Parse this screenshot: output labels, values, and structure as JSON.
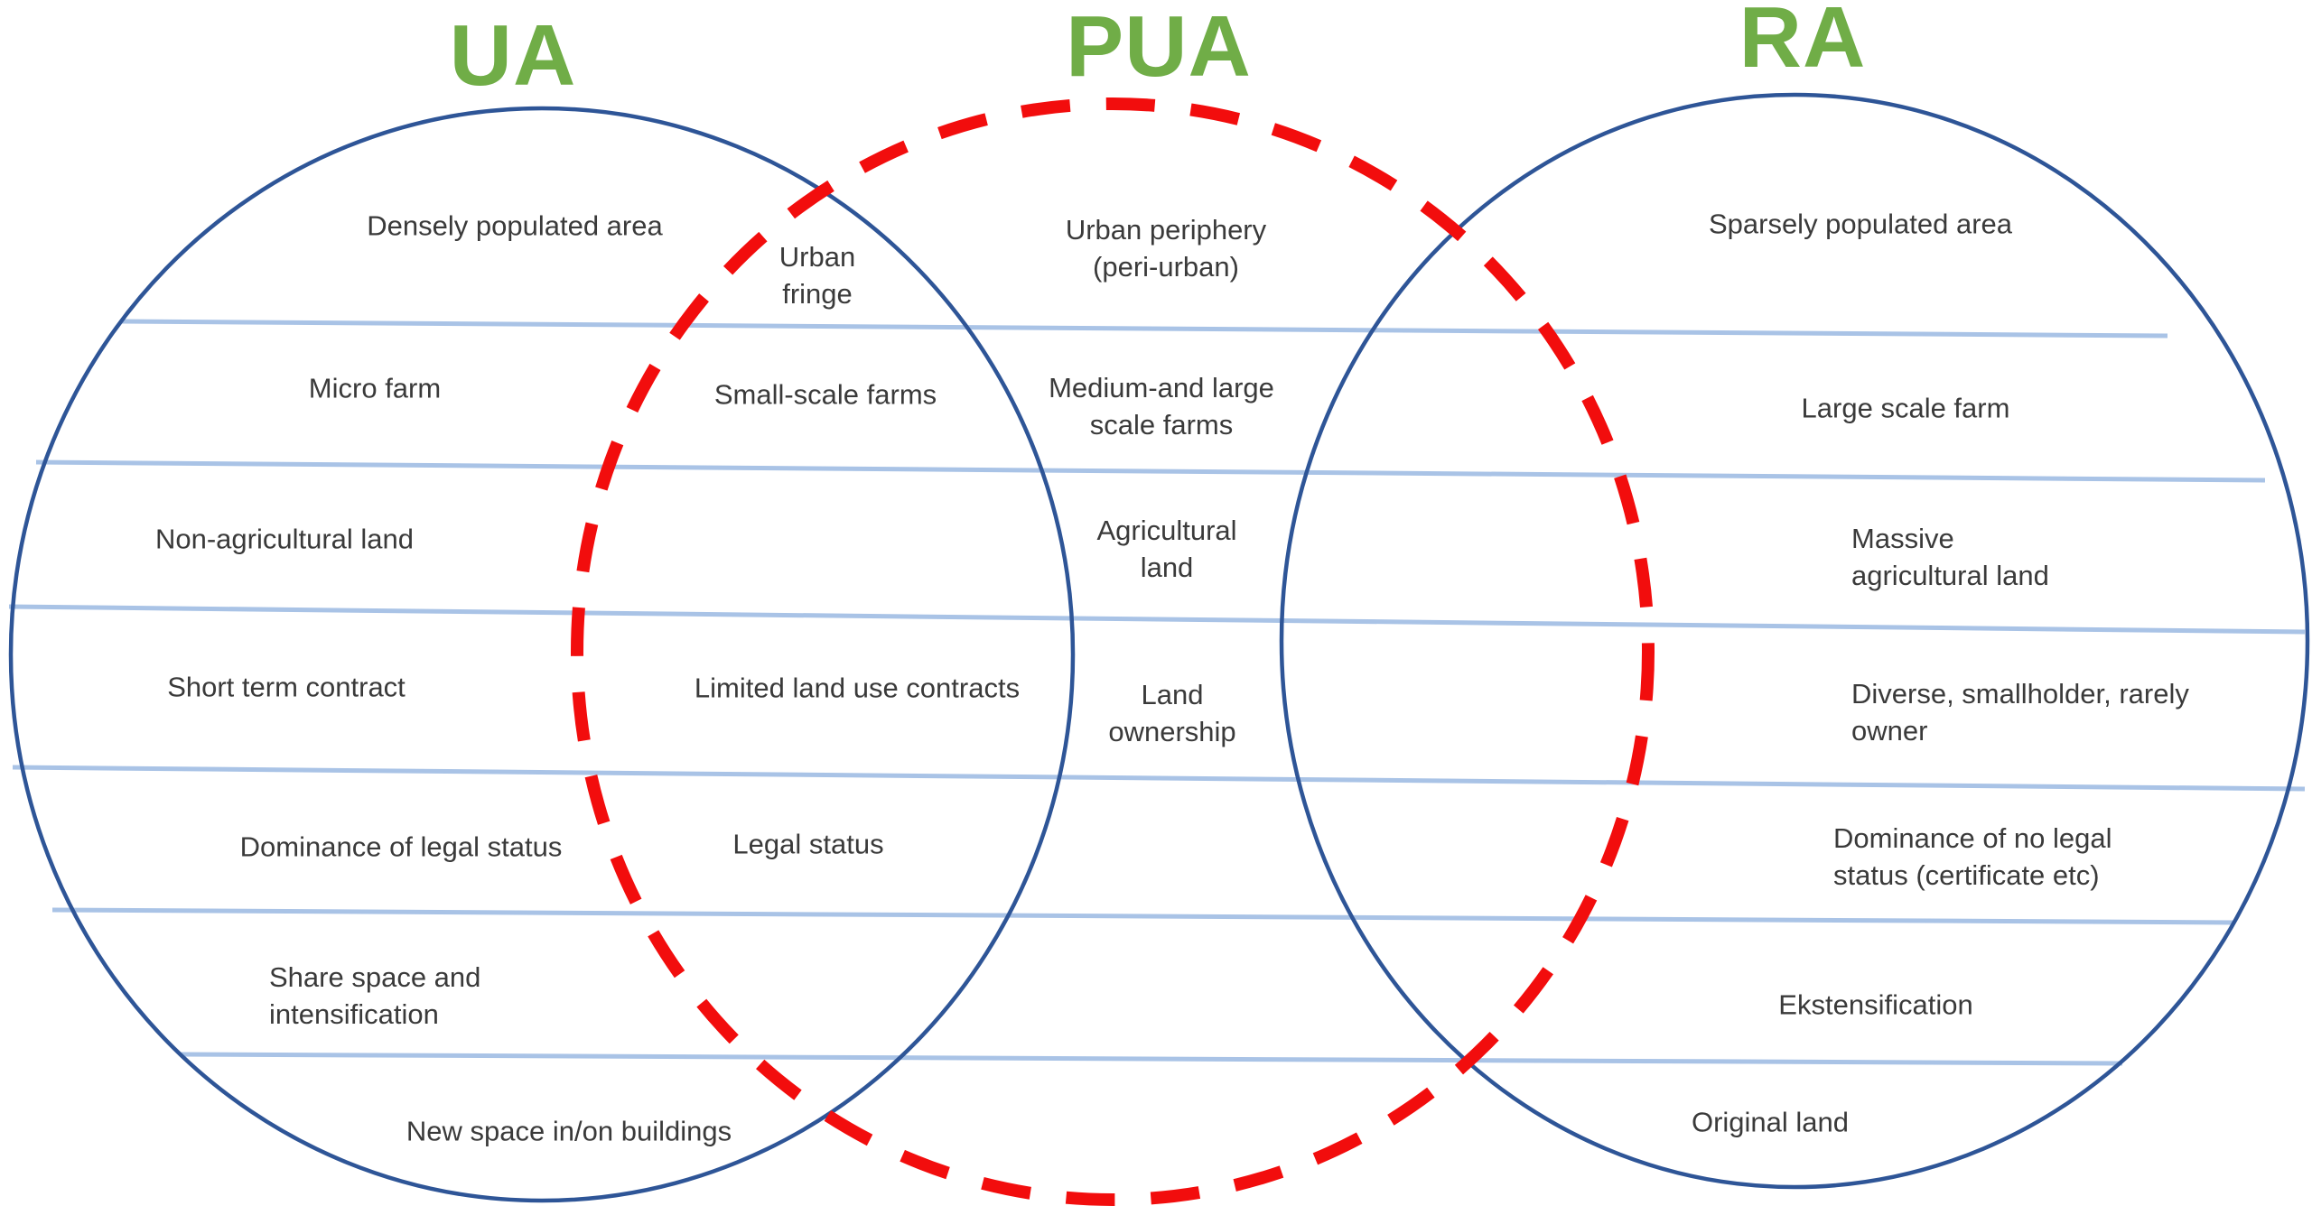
{
  "diagram_type": "venn-3-sets",
  "titles": {
    "ua": "UA",
    "pua": "PUA",
    "ra": "RA"
  },
  "colors": {
    "title_green": "#70ad47",
    "circle_stroke_blue": "#2e5597",
    "divider_line_blue": "#a9c3e6",
    "pua_dashed_red": "#f20d0d",
    "label_text": "#3a3a3a",
    "background": "#ffffff"
  },
  "circles": [
    {
      "id": "ua",
      "style": "solid-blue-ellipse"
    },
    {
      "id": "pua",
      "style": "dashed-red-ellipse"
    },
    {
      "id": "ra",
      "style": "solid-blue-ellipse"
    }
  ],
  "labels": {
    "r1_ua": "Densely populated area",
    "r1_ua_pua": "Urban\nfringe",
    "r1_pua": "Urban periphery\n(peri-urban)",
    "r1_ra": "Sparsely populated area",
    "r2_ua": "Micro farm",
    "r2_ua_pua": "Small-scale farms",
    "r2_pua": "Medium-and large\nscale farms",
    "r2_ra": "Large scale farm",
    "r3_ua": "Non-agricultural land",
    "r3_pua": "Agricultural\nland",
    "r3_ra": "Massive\nagricultural land",
    "r4_ua": "Short term contract",
    "r4_ua_pua": "Limited land use contracts",
    "r4_pua": "Land\nownership",
    "r4_ra": "Diverse, smallholder, rarely\nowner",
    "r5_ua": "Dominance of legal status",
    "r5_ua_pua": "Legal status",
    "r5_ra": "Dominance of no legal\nstatus (certificate etc)",
    "r6_ua": "Share space and\nintensification",
    "r6_ra": "Ekstensification",
    "r7_ua": "New space in/on buildings",
    "r7_ra": "Original land"
  }
}
